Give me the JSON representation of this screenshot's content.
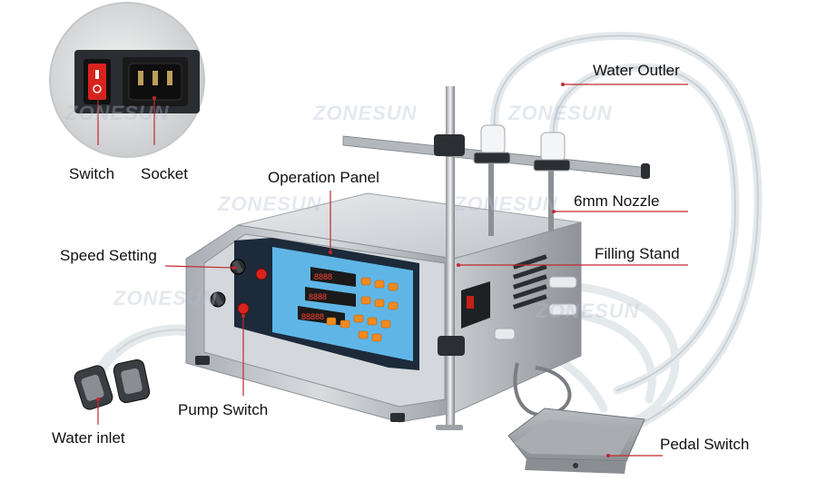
{
  "watermark": "ZONESUN",
  "labels": {
    "water_outler": "Water Outler",
    "switch": "Switch",
    "socket": "Socket",
    "operation_panel": "Operation Panel",
    "nozzle": "6mm Nozzle",
    "speed_setting": "Speed Setting",
    "filling_stand": "Filling Stand",
    "pump_switch": "Pump Switch",
    "water_inlet": "Water inlet",
    "pedal_switch": "Pedal Switch"
  },
  "colors": {
    "leader_line": "#c0282d",
    "machine_body": "#c9ccd1",
    "panel_blue": "#5fb6e6",
    "switch_red": "#d8231d",
    "tube": "#e8ecef"
  }
}
